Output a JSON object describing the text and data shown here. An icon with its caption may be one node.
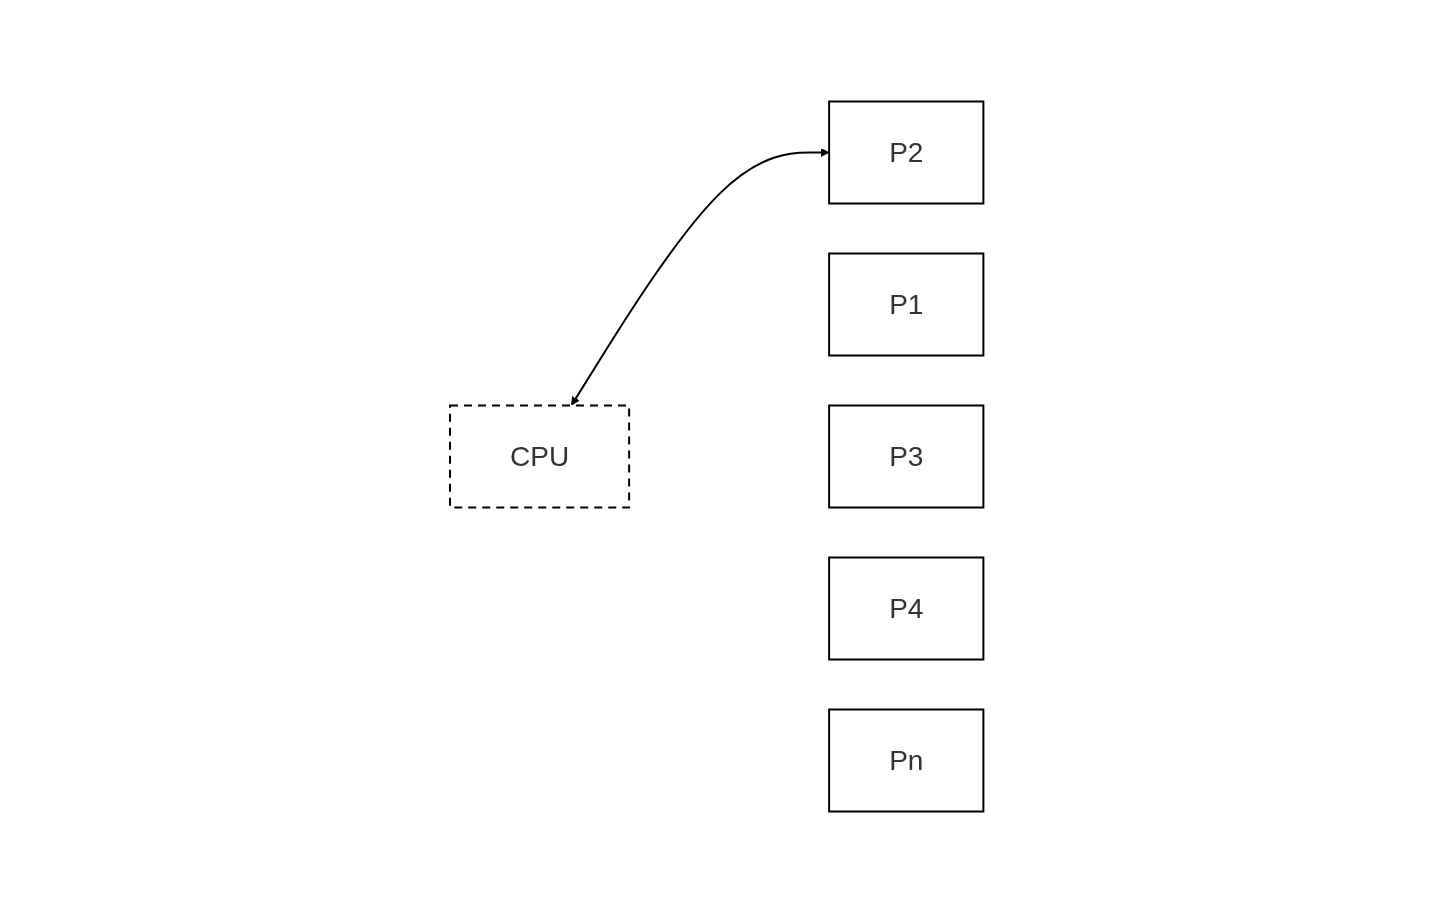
{
  "diagram": {
    "nodes": [
      {
        "text": [
          "CPU"
        ]
      },
      {
        "text": [
          "P1"
        ]
      },
      {
        "text": [
          "P2"
        ]
      },
      {
        "text": [
          "P3"
        ]
      },
      {
        "text": [
          "P4"
        ]
      },
      {
        "text": [
          "Pn"
        ]
      }
    ],
    "edges": [
      {
        "from": 0,
        "to": 2,
        "arrow": "both"
      }
    ]
  }
}
